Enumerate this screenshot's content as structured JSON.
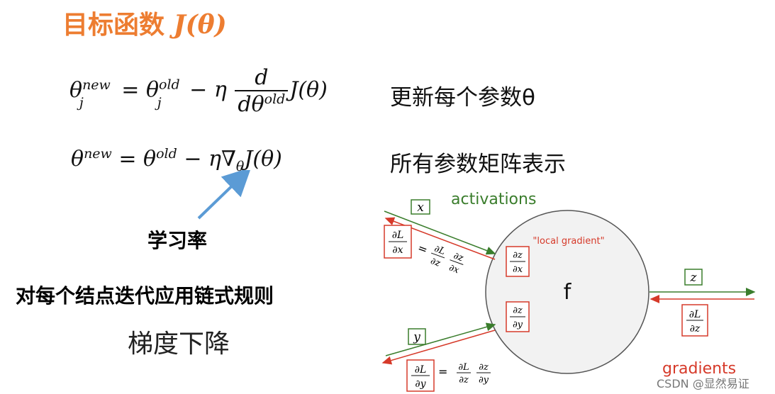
{
  "title": {
    "text": "目标函数",
    "formula": "J(θ)"
  },
  "equation1": {
    "description": "更新每个参数θ"
  },
  "equation2": {
    "description": "所有参数矩阵表示"
  },
  "labels": {
    "learning_rate": "学习率",
    "chain_rule": "对每个结点迭代应用链式规则",
    "gradient_descent": "梯度下降"
  },
  "diagram": {
    "activations": "activations",
    "gradients": "gradients",
    "local_gradient": "\"local gradient\"",
    "node": "f",
    "var_x": "x",
    "var_y": "y",
    "var_z": "z"
  },
  "watermark": "CSDN @显然易证",
  "colors": {
    "title": "#ed7d31",
    "arrow": "#5b9bd5",
    "forward": "#3a7d2c",
    "backward": "#d63a2a",
    "box_green": "#3a7d2c",
    "box_red": "#d63a2a"
  }
}
